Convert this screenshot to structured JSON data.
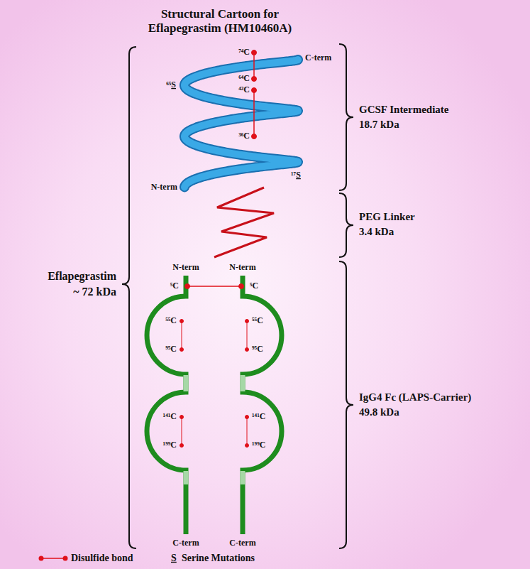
{
  "diagram": {
    "title": "Structural Cartoon for Eflapegrastim (HM10460A)",
    "labels": [
      "GCSF Intermediate",
      "18.7 kDa",
      "PEG Linker",
      "3.4 kDa",
      "Eflapegrastim",
      "~ 72 kDa",
      "IgG4 Fc (LAPS-Carrier)",
      "49.8 kDa",
      "⁷⁴C",
      "C-term",
      "⁶⁵S",
      "⁶⁴C",
      "⁴²C",
      "³⁶C",
      "N-term",
      "¹⁷S",
      "N-term",
      "N-term",
      "⁵C",
      "⁵C",
      "⁵⁵C",
      "⁵⁵C",
      "⁹⁵C",
      "⁹⁵C",
      "¹⁴¹C",
      "¹⁴¹C",
      "¹⁹⁹C",
      "¹⁹⁹C",
      "C-term",
      "C-term",
      "S"
    ],
    "legend": [
      {
        "text": "Disulfide bond"
      },
      {
        "text": "Serine Mutations"
      }
    ]
  }
}
